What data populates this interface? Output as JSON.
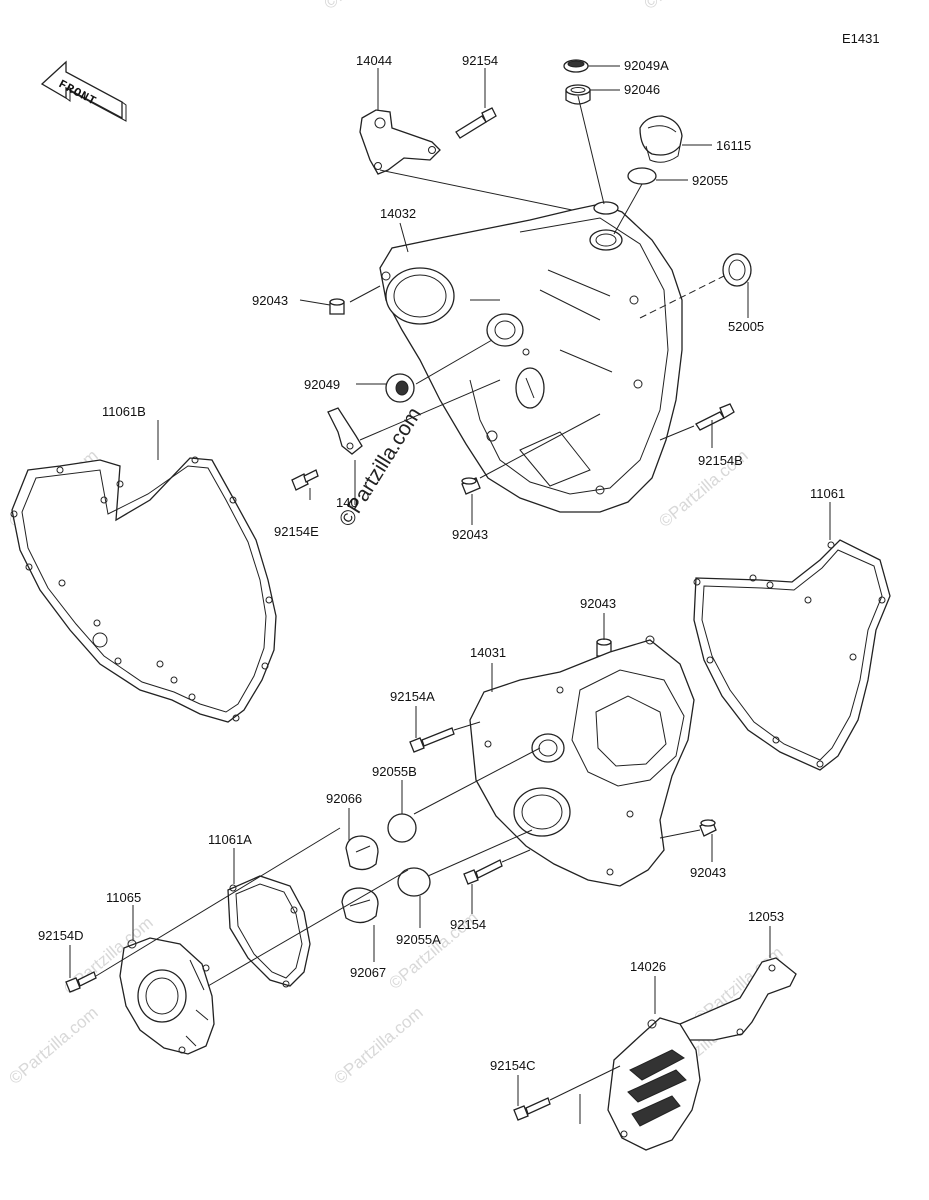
{
  "diagram_code": "E1431",
  "front_label": "FRONT",
  "watermark": {
    "main": "©Partzilla.com",
    "repeat": "©Partzilla.com"
  },
  "parts": {
    "p14044": "14044",
    "p92154_top": "92154",
    "p92049A": "92049A",
    "p92046": "92046",
    "p16115": "16115",
    "p92055": "92055",
    "p14032": "14032",
    "p92043_a": "92043",
    "p52005": "52005",
    "p92049": "92049",
    "p11061B": "11061B",
    "p92154B": "92154B",
    "p92154E": "92154E",
    "p140_partial": "140",
    "p92043_b": "92043",
    "p11061": "11061",
    "p92043_c": "92043",
    "p14031": "14031",
    "p92154A": "92154A",
    "p92055B": "92055B",
    "p92066": "92066",
    "p11061A": "11061A",
    "p11065": "11065",
    "p92043_d": "92043",
    "p92154_mid": "92154",
    "p92154D": "92154D",
    "p92067": "92067",
    "p92055A": "92055A",
    "p12053": "12053",
    "p14026": "14026",
    "p92154C": "92154C"
  }
}
